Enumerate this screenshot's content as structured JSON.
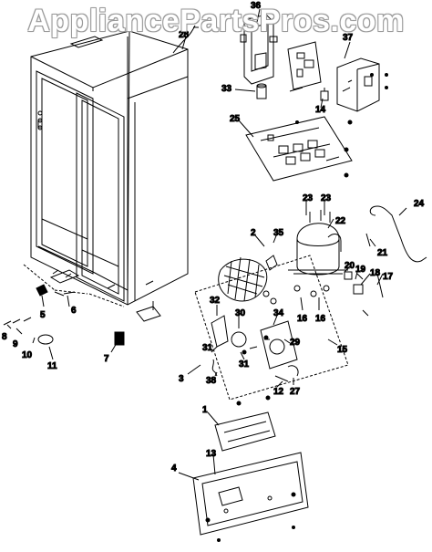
{
  "watermark": "AppliancePartsPros.com",
  "colors": {
    "line": "#000000",
    "background": "#ffffff",
    "watermark_fill": "#ffffff",
    "watermark_outline": "#9a9a9a"
  },
  "callouts": [
    {
      "id": "36",
      "label": "36"
    },
    {
      "id": "28",
      "label": "28"
    },
    {
      "id": "37",
      "label": "37"
    },
    {
      "id": "33",
      "label": "33"
    },
    {
      "id": "14",
      "label": "14"
    },
    {
      "id": "25",
      "label": "25"
    },
    {
      "id": "23a",
      "label": "23"
    },
    {
      "id": "23b",
      "label": "23"
    },
    {
      "id": "22",
      "label": "22"
    },
    {
      "id": "24",
      "label": "24"
    },
    {
      "id": "2",
      "label": "2"
    },
    {
      "id": "35",
      "label": "35"
    },
    {
      "id": "21",
      "label": "21"
    },
    {
      "id": "20",
      "label": "20"
    },
    {
      "id": "19",
      "label": "19"
    },
    {
      "id": "18",
      "label": "18"
    },
    {
      "id": "17",
      "label": "17"
    },
    {
      "id": "5",
      "label": "5"
    },
    {
      "id": "6",
      "label": "6"
    },
    {
      "id": "16a",
      "label": "16"
    },
    {
      "id": "16b",
      "label": "16"
    },
    {
      "id": "32",
      "label": "32"
    },
    {
      "id": "30",
      "label": "30"
    },
    {
      "id": "34",
      "label": "34"
    },
    {
      "id": "8",
      "label": "8"
    },
    {
      "id": "9",
      "label": "9"
    },
    {
      "id": "10",
      "label": "10"
    },
    {
      "id": "11",
      "label": "11"
    },
    {
      "id": "7",
      "label": "7"
    },
    {
      "id": "31a",
      "label": "31"
    },
    {
      "id": "31b",
      "label": "31"
    },
    {
      "id": "29",
      "label": "29"
    },
    {
      "id": "15",
      "label": "15"
    },
    {
      "id": "3",
      "label": "3"
    },
    {
      "id": "38",
      "label": "38"
    },
    {
      "id": "12",
      "label": "12"
    },
    {
      "id": "27",
      "label": "27"
    },
    {
      "id": "1",
      "label": "1"
    },
    {
      "id": "13",
      "label": "13"
    },
    {
      "id": "4",
      "label": "4"
    }
  ]
}
